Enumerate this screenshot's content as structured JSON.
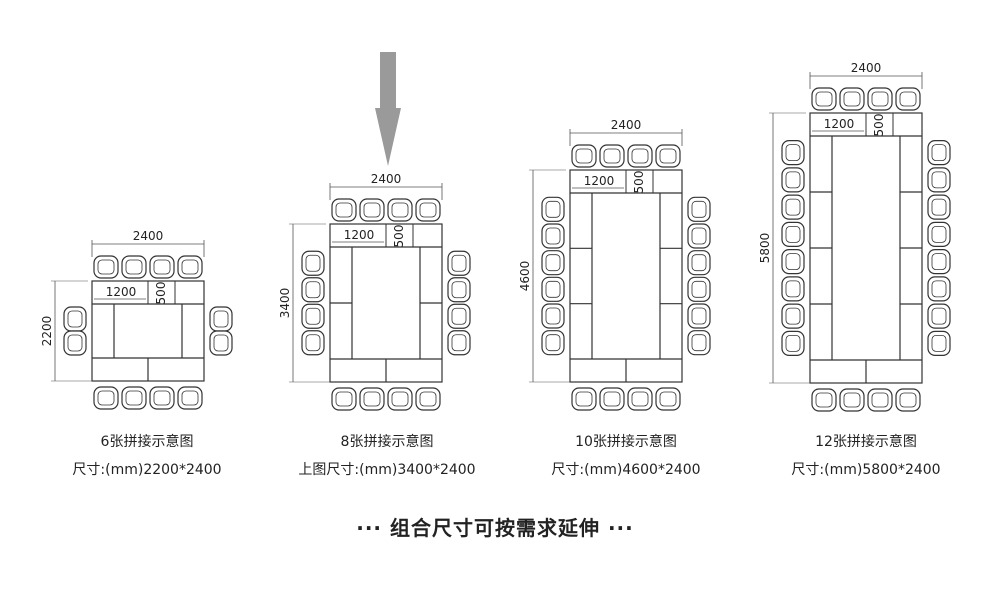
{
  "layouts": [
    {
      "width_label": "2400",
      "height_label": "2200",
      "dim_1200": "1200",
      "dim_500": "500",
      "title": "6张拼接示意图",
      "size": "尺寸:(mm)2200*2400",
      "tables_per_side": 1,
      "chairs_per_side": 2
    },
    {
      "width_label": "2400",
      "height_label": "3400",
      "dim_1200": "1200",
      "dim_500": "500",
      "title": "8张拼接示意图",
      "size": "上图尺寸:(mm)3400*2400",
      "tables_per_side": 2,
      "chairs_per_side": 4
    },
    {
      "width_label": "2400",
      "height_label": "4600",
      "dim_1200": "1200",
      "dim_500": "500",
      "title": "10张拼接示意图",
      "size": "尺寸:(mm)4600*2400",
      "tables_per_side": 3,
      "chairs_per_side": 6
    },
    {
      "width_label": "2400",
      "height_label": "5800",
      "dim_1200": "1200",
      "dim_500": "500",
      "title": "12张拼接示意图",
      "size": "尺寸:(mm)5800*2400",
      "tables_per_side": 4,
      "chairs_per_side": 8
    }
  ],
  "footer": "··· 组合尺寸可按需求延伸 ···",
  "colors": {
    "line": "#333333",
    "dim": "#555555",
    "arrow": "#9a9a9a"
  },
  "icons": {
    "pointer": "down-arrow-icon",
    "seat": "chair-icon"
  }
}
